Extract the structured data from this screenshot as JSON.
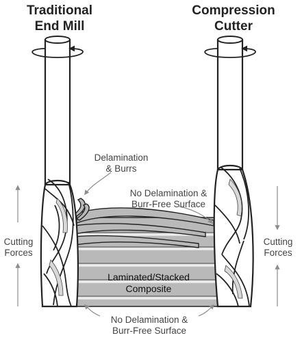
{
  "titles": {
    "left_line1": "Traditional",
    "left_line2": "End Mill",
    "right_line1": "Compression",
    "right_line2": "Cutter"
  },
  "labels": {
    "delamination_line1": "Delamination",
    "delamination_line2": "& Burrs",
    "top_right_line1": "No Delamination &",
    "top_right_line2": "Burr-Free Surface",
    "cutting_left_line1": "Cutting",
    "cutting_left_line2": "Forces",
    "cutting_right_line1": "Cutting",
    "cutting_right_line2": "Forces",
    "composite_line1": "Laminated/Stacked",
    "composite_line2": "Composite",
    "bottom_line1": "No Delamination &",
    "bottom_line2": "Burr-Free Surface"
  },
  "colors": {
    "outline": "#222222",
    "laminate_fill": "#b9b9b9",
    "laminate_stripe": "#ececec",
    "arrow": "#8c8c8c",
    "text": "#444444"
  },
  "icons": [
    "rotation-arrow-icon",
    "force-arrow-icon"
  ]
}
